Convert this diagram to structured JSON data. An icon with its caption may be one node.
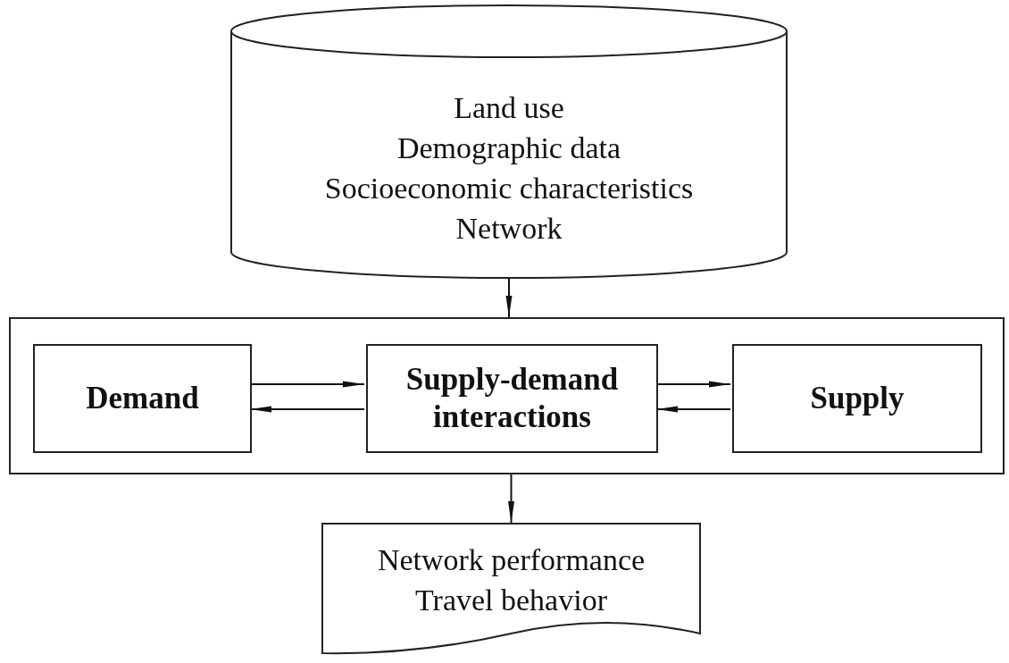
{
  "diagram": {
    "nodes": [
      {
        "text": [
          "Land use",
          "Demographic data",
          "Socioeconomic characteristics",
          "Network"
        ]
      },
      {
        "text": [],
        "shape": "box"
      },
      {
        "text": [
          "Demand"
        ],
        "in": 1
      },
      {
        "text": [
          "Supply-demand interactions"
        ],
        "in": 1
      },
      {
        "text": [
          "Supply"
        ],
        "in": 1
      },
      {
        "text": [
          "Network performance",
          "Travel behavior"
        ]
      }
    ],
    "edges": [
      {
        "from": 0,
        "to": 1,
        "arrow": "to"
      },
      {
        "from": 2,
        "to": 3,
        "arrow": "to"
      },
      {
        "from": 3,
        "to": 2,
        "arrow": "to"
      },
      {
        "from": 3,
        "to": 4,
        "arrow": "to"
      },
      {
        "from": 4,
        "to": 3,
        "arrow": "to"
      },
      {
        "from": 1,
        "to": 5,
        "arrow": "to"
      }
    ]
  }
}
